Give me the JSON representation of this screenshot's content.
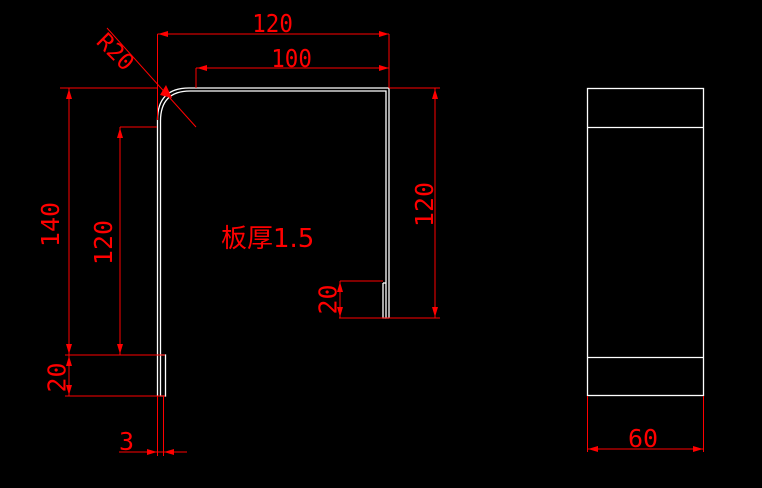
{
  "drawing": {
    "background": "#000000",
    "dimension_color": "#ff0000",
    "geometry_color": "#ffffff",
    "annotation": "板厚1.5",
    "dimensions": {
      "top_overall_width": "120",
      "top_flat_width": "100",
      "bend_radius": "R20",
      "left_overall_height": "140",
      "left_inner_height": "120",
      "left_bottom_flange": "20",
      "bottom_flange_width": "3",
      "right_height": "120",
      "right_bottom_flange": "20",
      "side_view_width": "60"
    }
  }
}
